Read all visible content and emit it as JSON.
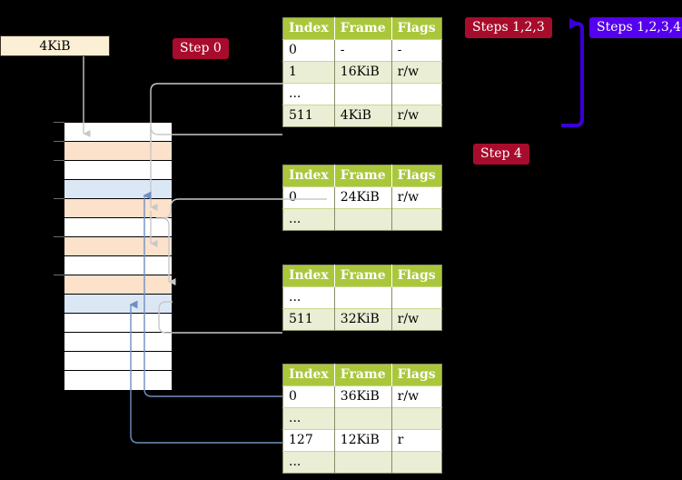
{
  "theme": {
    "background": "#000000",
    "table_header_bg": "#aac73c",
    "table_alt_row_bg": "#e9eed4",
    "table_highlight_bg": "#fdfaa8",
    "badge_red": "#a80c2c",
    "badge_blue": "#5500ee",
    "vaddr_box_bg": "#fbefd5",
    "mem_peach": "#fce1cb",
    "mem_blue": "#dce7f6",
    "connector_gray": "#c8c8c8",
    "connector_blue": "#6f8fc0"
  },
  "badges": {
    "step0": "Step 0",
    "step4": "Step 4",
    "steps_123": "Steps 1,2,3",
    "steps_1234": "Steps 1,2,3,4"
  },
  "virtual_address": {
    "label": "4KiB"
  },
  "table_columns": {
    "index": "Index",
    "frame": "Frame",
    "flags": "Flags"
  },
  "tables": [
    {
      "name": "page-table-level-1",
      "rows": [
        {
          "index": "0",
          "frame": "-",
          "flags": "-",
          "alt": false,
          "highlight": false
        },
        {
          "index": "1",
          "frame": "16KiB",
          "flags": "r/w",
          "alt": true,
          "highlight": false
        },
        {
          "index": "...",
          "frame": "",
          "flags": "",
          "alt": false,
          "highlight": false
        },
        {
          "index": "511",
          "frame": "4KiB",
          "flags": "r/w",
          "alt": true,
          "highlight": true
        }
      ]
    },
    {
      "name": "page-table-level-2",
      "rows": [
        {
          "index": "0",
          "frame": "24KiB",
          "flags": "r/w",
          "alt": false,
          "highlight": false
        },
        {
          "index": "...",
          "frame": "",
          "flags": "",
          "alt": true,
          "highlight": false
        }
      ]
    },
    {
      "name": "page-table-level-3",
      "rows": [
        {
          "index": "...",
          "frame": "",
          "flags": "",
          "alt": false,
          "highlight": false
        },
        {
          "index": "511",
          "frame": "32KiB",
          "flags": "r/w",
          "alt": true,
          "highlight": false
        }
      ]
    },
    {
      "name": "page-table-level-4",
      "rows": [
        {
          "index": "0",
          "frame": "36KiB",
          "flags": "r/w",
          "alt": false,
          "highlight": false
        },
        {
          "index": "...",
          "frame": "",
          "flags": "",
          "alt": true,
          "highlight": false
        },
        {
          "index": "127",
          "frame": "12KiB",
          "flags": "r",
          "alt": false,
          "highlight": false
        },
        {
          "index": "...",
          "frame": "",
          "flags": "",
          "alt": true,
          "highlight": false
        }
      ]
    }
  ],
  "memory_column": {
    "rows": [
      {
        "fill": "white",
        "tick": true
      },
      {
        "fill": "peach",
        "tick": true
      },
      {
        "fill": "white",
        "tick": true
      },
      {
        "fill": "blue",
        "tick": false
      },
      {
        "fill": "peach",
        "tick": true
      },
      {
        "fill": "white",
        "tick": false
      },
      {
        "fill": "peach",
        "tick": true
      },
      {
        "fill": "white",
        "tick": false
      },
      {
        "fill": "peach",
        "tick": true
      },
      {
        "fill": "blue",
        "tick": false
      },
      {
        "fill": "white",
        "tick": false
      },
      {
        "fill": "white",
        "tick": false
      },
      {
        "fill": "white",
        "tick": false
      },
      {
        "fill": "white",
        "tick": false
      }
    ]
  }
}
